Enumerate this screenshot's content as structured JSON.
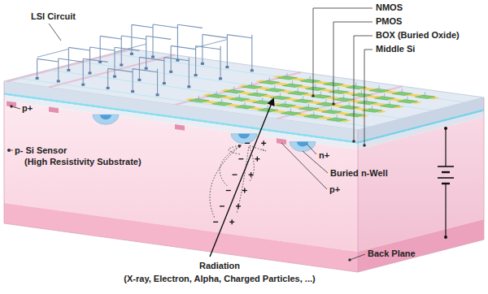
{
  "diagram": {
    "labels": [
      "LSI Circuit",
      "NMOS",
      "PMOS",
      "BOX (Buried Oxide)",
      "Middle Si",
      "p+",
      "p- Si Sensor",
      "(High Resistivity Substrate)",
      "n+",
      "Buried n-Well",
      "p+",
      "Back Plane",
      "Radiation",
      "(X-ray, Electron, Alpha, Charged Particles, ...)"
    ]
  }
}
